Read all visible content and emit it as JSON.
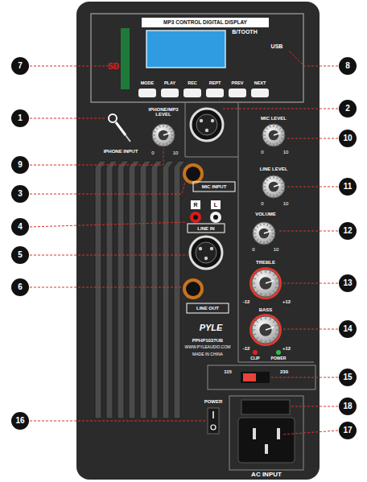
{
  "diagram": {
    "labels": [
      "MP3 CONTROL DIGITAL DISPLAY",
      "SD",
      "B/TOOTH",
      "USB",
      "MODE",
      "PLAY",
      "REC",
      "REPT",
      "PREV",
      "NEXT",
      "IPHONE/MP3 LEVEL",
      "0",
      "10",
      "IPHONE INPUT",
      "MIC LEVEL",
      "0",
      "10",
      "MIC INPUT",
      "LINE LEVEL",
      "0",
      "10",
      "R",
      "L",
      "LINE IN",
      "VOLUME",
      "0",
      "10",
      "TREBLE",
      "-12",
      "+12",
      "BASS",
      "-12",
      "+12",
      "CLIP",
      "POWER",
      "LINE OUT",
      "PYLE",
      "PPHP1037UB",
      "WWW.PYLEAUDIO.COM",
      "MADE IN CHINA",
      "115",
      "230",
      "POWER",
      "AC INPUT",
      "7",
      "1",
      "9",
      "3",
      "4",
      "5",
      "6",
      "16",
      "8",
      "2",
      "10",
      "11",
      "12",
      "13",
      "14",
      "15",
      "18",
      "17"
    ]
  }
}
